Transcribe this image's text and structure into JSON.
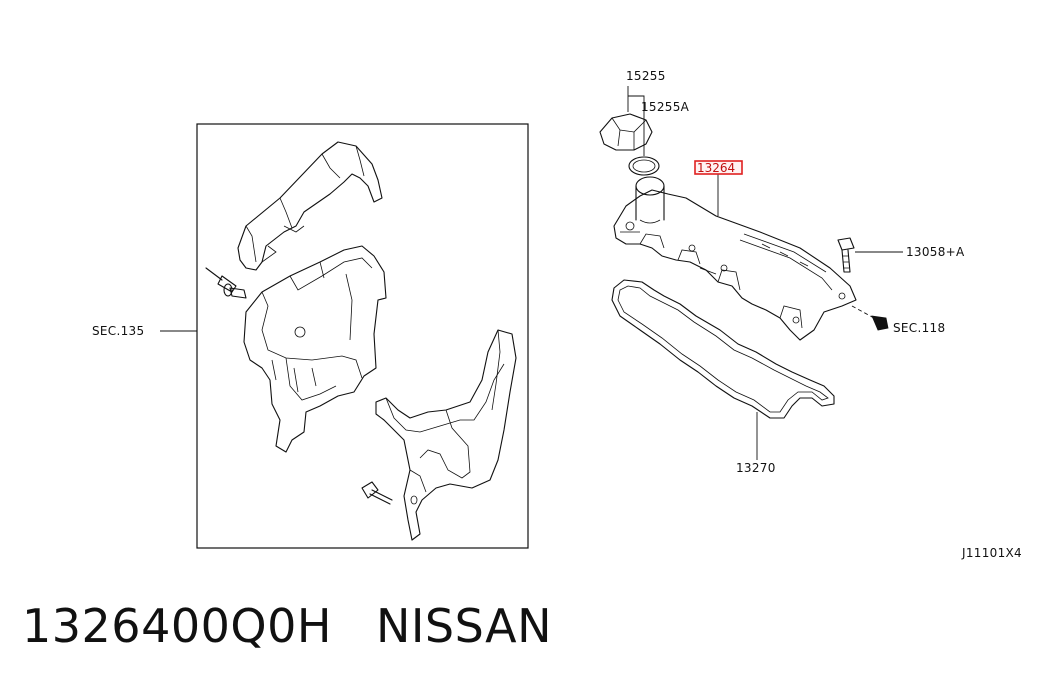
{
  "diagram": {
    "labels": {
      "sec135": "SEC.135",
      "p15255": "15255",
      "p15255A": "15255A",
      "p13264": "13264",
      "p13058A": "13058+A",
      "sec118": "SEC.118",
      "p13270": "13270",
      "ref": "J11101X4"
    }
  },
  "caption": {
    "part_number": "1326400Q0H",
    "maker": "NISSAN"
  },
  "colors": {
    "highlight": "#e02020",
    "ink": "#111111"
  }
}
